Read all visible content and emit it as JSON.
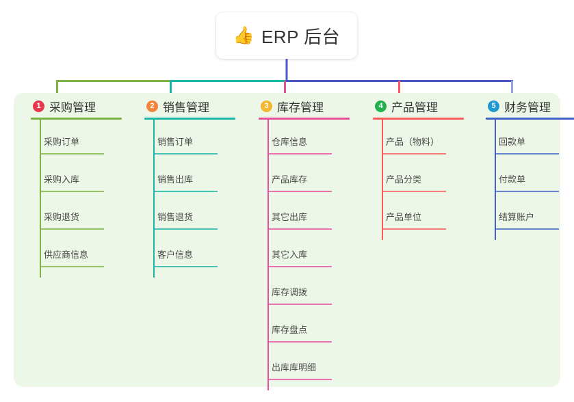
{
  "root": {
    "icon": "thumbs-up-icon",
    "emoji": "👍",
    "title": "ERP 后台"
  },
  "panel": {
    "background": "#edf7e7"
  },
  "columns": [
    {
      "index": "1",
      "title": "采购管理",
      "badge_color": "#e8384f",
      "line_color": "#7cb342",
      "items": [
        "采购订单",
        "采购入库",
        "采购退货",
        "供应商信息"
      ]
    },
    {
      "index": "2",
      "title": "销售管理",
      "badge_color": "#f2853b",
      "line_color": "#19b5a5",
      "items": [
        "销售订单",
        "销售出库",
        "销售退货",
        "客户信息"
      ]
    },
    {
      "index": "3",
      "title": "库存管理",
      "badge_color": "#f4b730",
      "line_color": "#e84f9a",
      "items": [
        "仓库信息",
        "产品库存",
        "其它出库",
        "其它入库",
        "库存调拨",
        "库存盘点",
        "出库库明细"
      ]
    },
    {
      "index": "4",
      "title": "产品管理",
      "badge_color": "#22b14c",
      "line_color": "#fa5a5a",
      "items": [
        "产品（物料）",
        "产品分类",
        "产品单位"
      ]
    },
    {
      "index": "5",
      "title": "财务管理",
      "badge_color": "#1d9bd1",
      "line_color": "#3f63c8",
      "items": [
        "回款单",
        "付款单",
        "结算账户"
      ]
    }
  ],
  "connector": {
    "trunk_color": "#4a57c4",
    "bus_segments": [
      "#7cb342",
      "#19b5a5",
      "#4a57c4",
      "#4a57c4"
    ]
  }
}
